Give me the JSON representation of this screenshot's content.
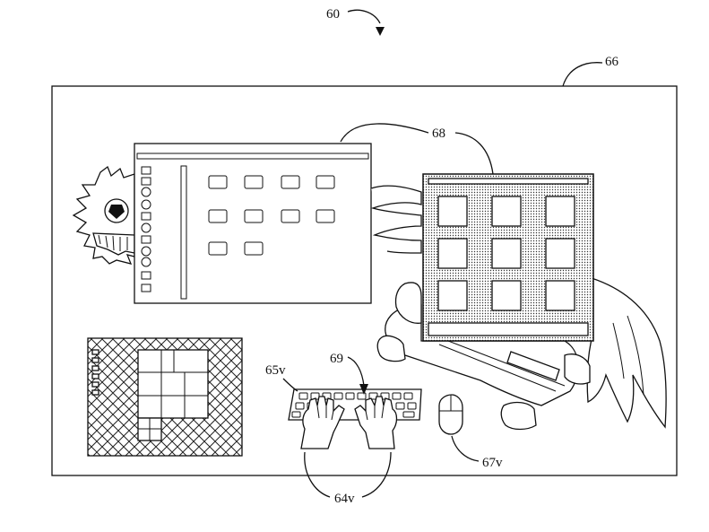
{
  "labels": {
    "figure": "60",
    "environment": "66",
    "screens": "68",
    "pointer": "69",
    "keyboard": "65v",
    "mouse": "67v",
    "hands": "64v"
  },
  "icons": [
    "monster-face-icon",
    "window-icon",
    "grid-window-icon",
    "winged-car-icon",
    "patterned-panel-icon",
    "keyboard-icon",
    "hands-icon",
    "mouse-icon",
    "pointer-arrow-icon"
  ]
}
